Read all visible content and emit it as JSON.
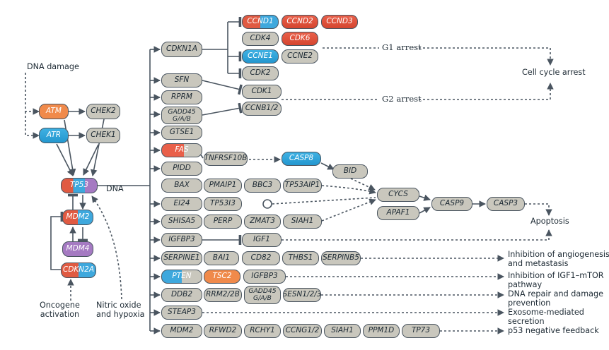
{
  "diagram": {
    "inputs": {
      "dna_damage": "DNA damage",
      "oncogene_activation": [
        "Oncogene",
        "activation"
      ],
      "nitric_oxide_hypoxia": [
        "Nitric oxide",
        "and hypoxia"
      ],
      "dna": "DNA"
    },
    "nodes": {
      "atm": "ATM",
      "atr": "ATR",
      "chek2": "CHEK2",
      "chek1": "CHEK1",
      "tp53": "TP53",
      "mdm2_loop": "MDM2",
      "mdm4": "MDM4",
      "cdkn2a": "CDKN2A",
      "cdkn1a": "CDKN1A",
      "sfn": "SFN",
      "rprm": "RPRM",
      "gadd45_cc": [
        "GADD45",
        "G/A/B"
      ],
      "gtse1": "GTSE1",
      "fas": "FAS",
      "pidd": "PIDD",
      "ccnd1": "CCND1",
      "ccnd2": "CCND2",
      "ccnd3": "CCND3",
      "cdk4": "CDK4",
      "cdk6": "CDK6",
      "ccne1": "CCNE1",
      "ccne2": "CCNE2",
      "cdk2": "CDK2",
      "cdk1": "CDK1",
      "ccnb12": "CCNB1/2",
      "tnfrsf10b": "TNFRSF10B",
      "casp8": "CASP8",
      "bid": "BID",
      "bax": "BAX",
      "pmaip1": "PMAIP1",
      "bbc3": "BBC3",
      "tp53aip1": "TP53AIP1",
      "ei24": "EI24",
      "tp53i3": "TP53I3",
      "shisa5": "SHISA5",
      "perp": "PERP",
      "zmat3": "ZMAT3",
      "siah1_apop": "SIAH1",
      "cycs": "CYCS",
      "apaf1": "APAF1",
      "casp9": "CASP9",
      "casp3": "CASP3",
      "igfbp3_a": "IGFBP3",
      "igf1": "IGF1",
      "serpine1": "SERPINE1",
      "bai1": "BAI1",
      "cd82": "CD82",
      "thbs1": "THBS1",
      "serpinb5": "SERPINB5",
      "pten": "PTEN",
      "tsc2": "TSC2",
      "igfbp3_b": "IGFBP3",
      "ddb2": "DDB2",
      "rrm2b": "RRM2/2B",
      "gadd45_dna": [
        "GADD45",
        "G/A/B"
      ],
      "sesn": "SESN1/2/3",
      "steap3": "STEAP3",
      "mdm2_fb": "MDM2",
      "rfwd2": "RFWD2",
      "rchy1": "RCHY1",
      "ccng12": "CCNG1/2",
      "siah1_fb": "SIAH1",
      "ppm1d": "PPM1D",
      "tp73": "TP73"
    },
    "outcomes": {
      "g1_arrest": "G1 arrest",
      "g2_arrest": "G2 arrest",
      "cell_cycle_arrest": "Cell cycle arrest",
      "apoptosis": "Apoptosis",
      "angiogenesis": [
        "Inhibition of angiogenesis",
        "and metastasis"
      ],
      "igf1_mtor": [
        "Inhibition of IGF1–mTOR",
        "pathway"
      ],
      "dna_repair": [
        "DNA repair and damage",
        "prevention"
      ],
      "exosome": [
        "Exosome-mediated",
        "secretion"
      ],
      "negative_feedback": "p53 negative feedback"
    }
  },
  "colors": {
    "line": "#4a5560",
    "gene_grey": "#c9c7bd",
    "red": "#e9604a",
    "blue": "#3ea8dd",
    "purple": "#a57ac2",
    "orange": "#f08a4b"
  }
}
